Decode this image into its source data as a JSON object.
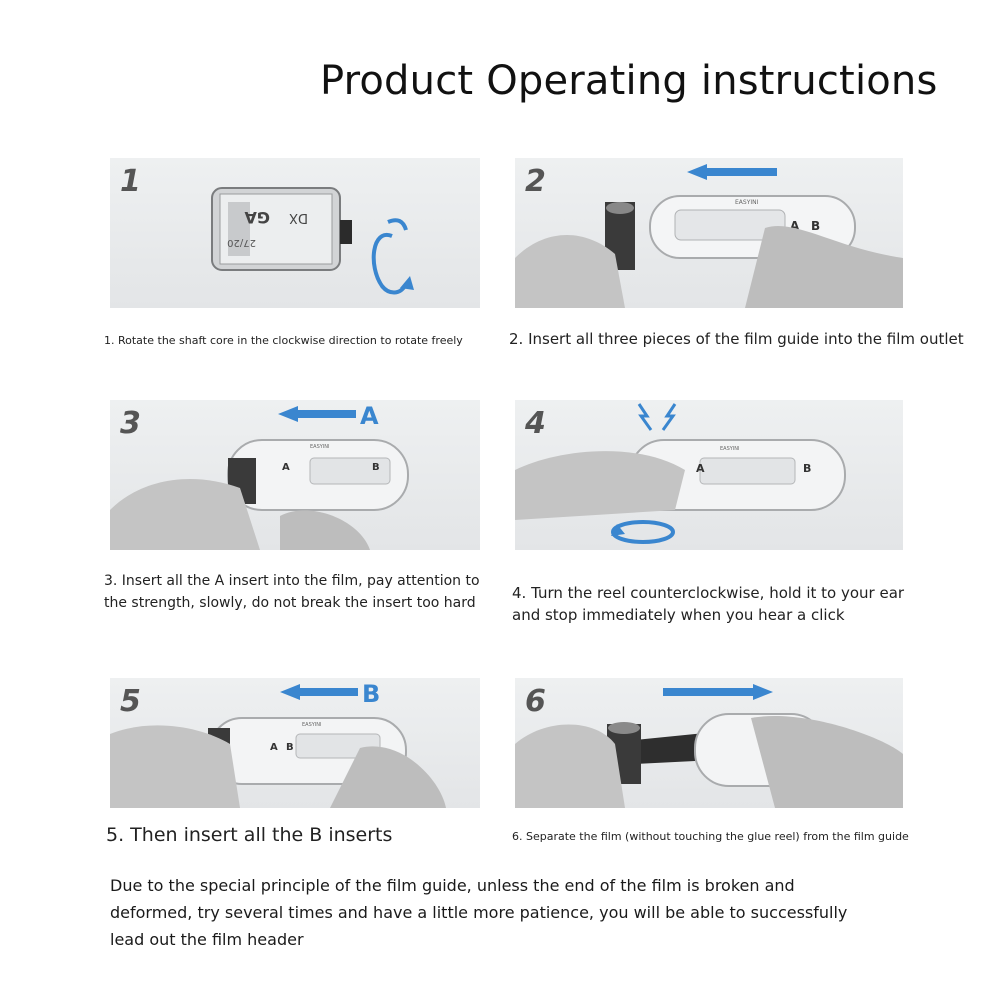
{
  "title": "Product Operating instructions",
  "steps": [
    {
      "number": "1",
      "caption": "1. Rotate the shaft core in the clockwise direction to rotate freely"
    },
    {
      "number": "2",
      "caption": "2. Insert all three pieces of the film guide into the film outlet"
    },
    {
      "number": "3",
      "caption": "3. Insert all the A insert into the film, pay attention to the strength, slowly, do not break the insert too hard"
    },
    {
      "number": "4",
      "caption": "4. Turn the reel counterclockwise, hold it to your ear and stop immediately when you hear a click"
    },
    {
      "number": "5",
      "caption": "5. Then insert all the B inserts"
    },
    {
      "number": "6",
      "caption": "6. Separate the film (without touching the glue reel) from the film guide"
    }
  ],
  "labels": {
    "a": "A",
    "b": "B",
    "brand": "EASYINI"
  },
  "canister_text": {
    "ga": "GA",
    "dx": "DX",
    "speed": "27/20"
  },
  "note": "Due to the special principle of the film guide, unless the end of the film is broken and deformed, try several times and have a little more patience, you will be able to successfully lead out the film header",
  "colors": {
    "arrow": "#3a86cf",
    "panel": "#e6e8ea",
    "skin": "#c9c9c9"
  }
}
